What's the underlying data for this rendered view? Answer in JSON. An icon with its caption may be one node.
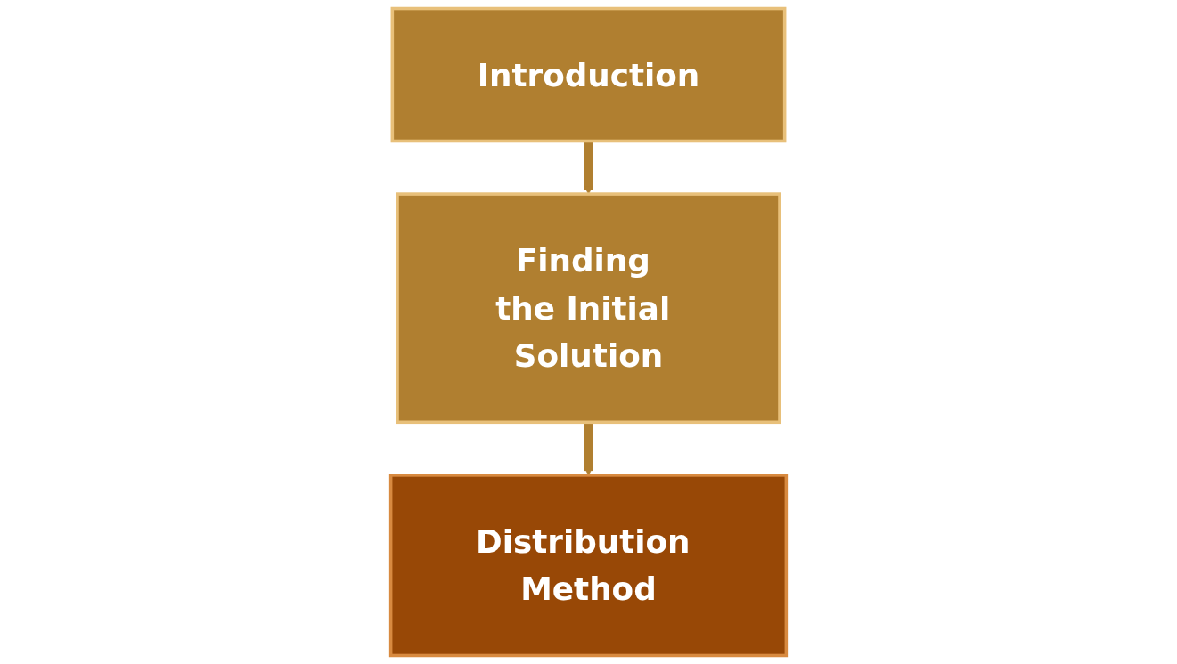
{
  "diagram": {
    "nodes": [
      {
        "text": [
          "Introduction"
        ]
      },
      {
        "text": [
          "Finding the Initial Solution"
        ]
      },
      {
        "text": [
          "Distribution Method"
        ]
      }
    ],
    "edges": [
      {
        "from": 0,
        "to": 1,
        "arrow": "to"
      },
      {
        "from": 1,
        "to": 2,
        "arrow": "to"
      }
    ]
  }
}
